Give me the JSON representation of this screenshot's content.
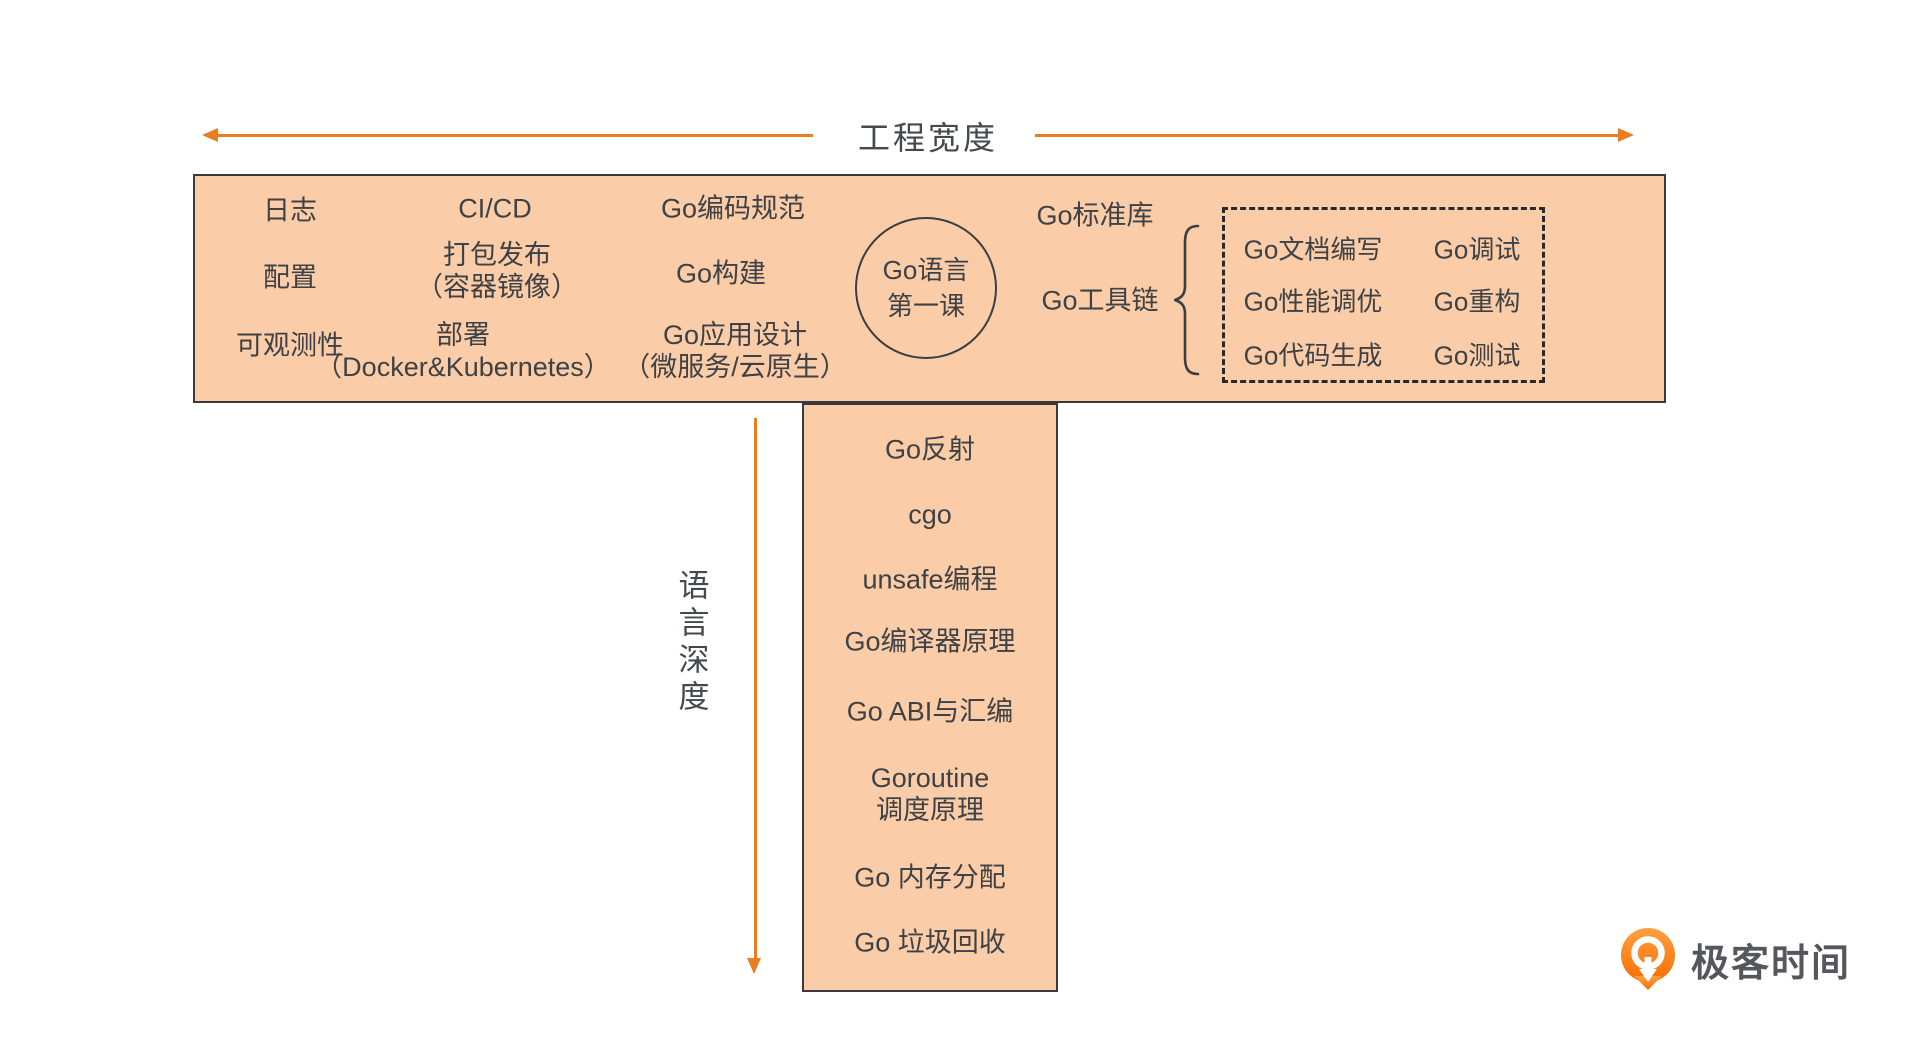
{
  "axes": {
    "breadth_label": "工程宽度",
    "depth_label": "语言深度"
  },
  "colors": {
    "band_fill": "#FACDA8",
    "band_border": "#3A3A3C",
    "arrow_orange": "#E87E1F",
    "text": "#3E4145",
    "logo_orange": "#F96E00",
    "logo_text_color": "#54575C"
  },
  "band": {
    "columns": [
      [
        [
          "日志"
        ],
        [
          "配置"
        ],
        [
          "可观测性"
        ]
      ],
      [
        [
          "CI/CD"
        ],
        [
          "打包发布",
          "（容器镜像）"
        ],
        [
          "部署",
          "（Docker&Kubernetes）"
        ]
      ],
      [
        [
          "Go编码规范"
        ],
        [
          "Go构建"
        ],
        [
          "Go应用设计",
          "（微服务/云原生）"
        ]
      ]
    ]
  },
  "circle": {
    "line1": "Go语言",
    "line2": "第一课"
  },
  "right_section": {
    "stdlib": "Go标准库",
    "toolchain": "Go工具链"
  },
  "toolbox": {
    "rows": [
      [
        "Go文档编写",
        "Go调试"
      ],
      [
        "Go性能调优",
        "Go重构"
      ],
      [
        "Go代码生成",
        "Go测试"
      ]
    ]
  },
  "depth": {
    "items": [
      "Go反射",
      "cgo",
      "unsafe编程",
      "Go编译器原理",
      "Go ABI与汇编",
      {
        "line1": "Goroutine",
        "line2": "调度原理"
      },
      "Go 内存分配",
      "Go 垃圾回收"
    ]
  },
  "logo": {
    "brand": "极客时间"
  }
}
